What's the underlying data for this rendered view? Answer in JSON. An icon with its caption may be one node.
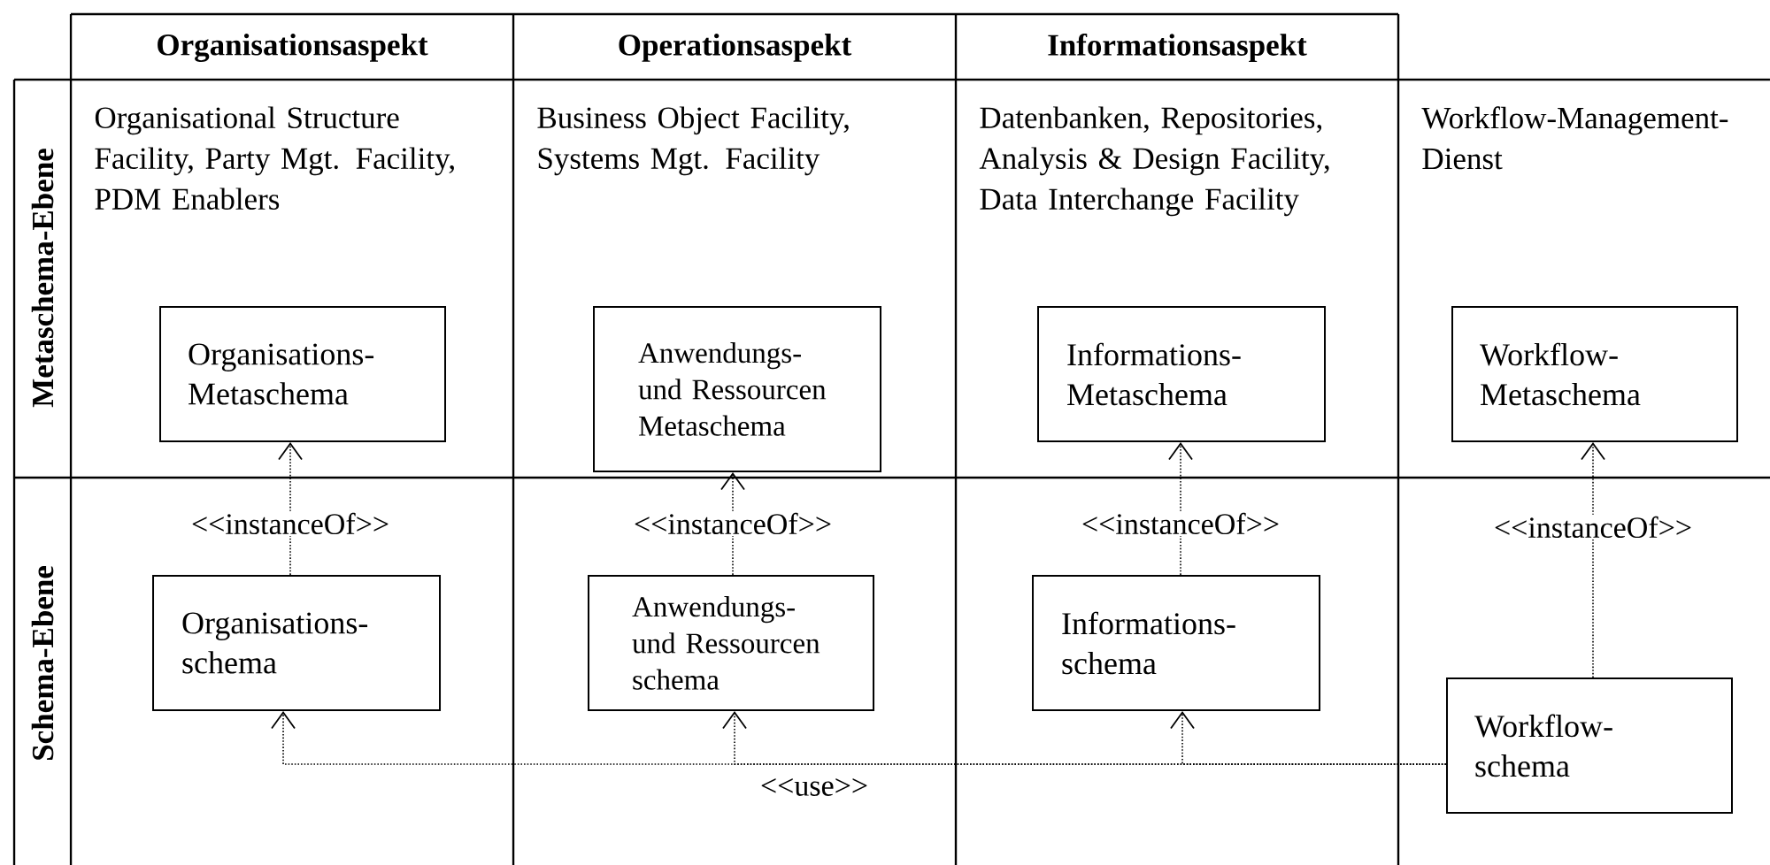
{
  "diagram": {
    "nodes": [
      {
        "text": [
          "Organisations- Metaschema"
        ]
      },
      {
        "text": [
          "Anwendungs- und Ressourcen Metaschema"
        ]
      },
      {
        "text": [
          "Informations- Metaschema"
        ]
      },
      {
        "text": [
          "Workflow- Metaschema"
        ]
      },
      {
        "text": [
          "Organisations- schema"
        ]
      },
      {
        "text": [
          "Anwendungs- und Ressourcen schema"
        ]
      },
      {
        "text": [
          "Informations- schema"
        ]
      },
      {
        "text": [
          "Workflow- schema"
        ]
      }
    ],
    "edges": [
      {
        "from": 4,
        "to": 0,
        "arrow": "to",
        "style": "dashed",
        "label": "<<instanceOf>>"
      },
      {
        "from": 5,
        "to": 1,
        "arrow": "to",
        "style": "dashed",
        "label": "<<instanceOf>>"
      },
      {
        "from": 6,
        "to": 2,
        "arrow": "to",
        "style": "dashed",
        "label": "<<instanceOf>>"
      },
      {
        "from": 7,
        "to": 3,
        "arrow": "to",
        "style": "dashed",
        "label": "<<instanceOf>>"
      },
      {
        "from": 7,
        "to": 4,
        "arrow": "to",
        "style": "dashed"
      },
      {
        "from": 7,
        "to": 5,
        "arrow": "to",
        "style": "dashed",
        "label": "<<use>>"
      },
      {
        "from": 7,
        "to": 6,
        "arrow": "to",
        "style": "dashed"
      }
    ],
    "labels": [
      "Organisationsaspekt",
      "Operationsaspekt",
      "Informationsaspekt",
      "Metaschema-Ebene",
      "Organisational Structure Facility, Party Mgt. Facility, PDM Enablers",
      "Business Object Facility, Systems Mgt. Facility",
      "Datenbanken, Repositories, Analysis & Design Facility, Data Interchange Facility",
      "Workflow-Management-Dienst",
      "Schema-Ebene"
    ]
  }
}
